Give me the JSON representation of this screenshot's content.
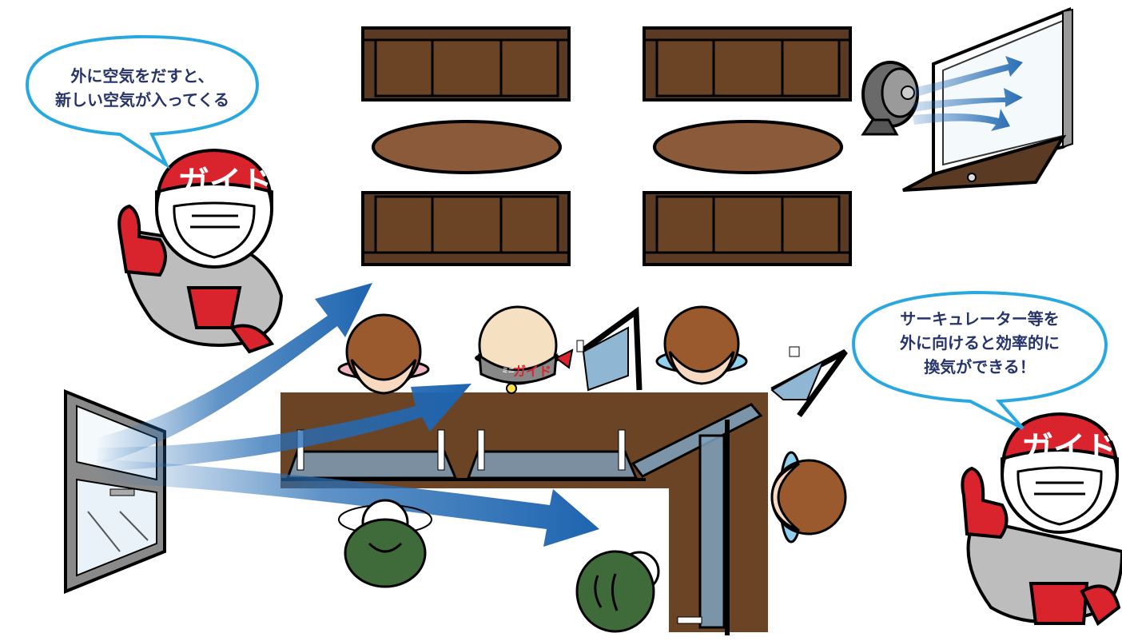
{
  "bubbles": {
    "left": {
      "line1": "外に空気をだすと、",
      "line2": "新しい空気が入ってくる"
    },
    "right": {
      "line1": "サーキュレーター等を",
      "line2": "外に向けると効率的に",
      "line3": "換気ができる！"
    }
  },
  "mascot": {
    "helmet_text": "ガイド",
    "mini_text": "ミニ",
    "mini_badge": "ガイド"
  },
  "colors": {
    "bubble_stroke": "#29a8e0",
    "bubble_text": "#27346b",
    "arrow": "#2a6fb5",
    "wood": "#6b4325",
    "sofa": "#5a3a22",
    "table": "#8a5a3a",
    "mascot_red": "#d9232d",
    "mascot_gray": "#bdbdbd",
    "hair": "#9a5a2e",
    "turtle": "#3f6b3a"
  }
}
